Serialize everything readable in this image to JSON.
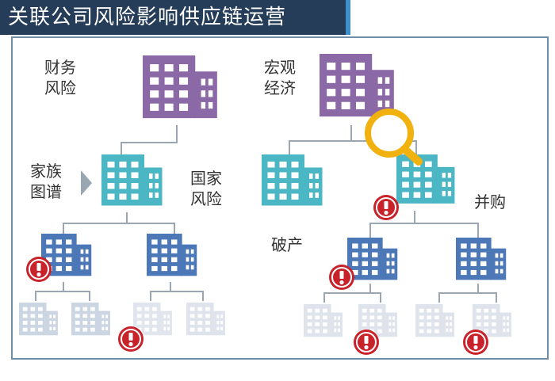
{
  "title": "关联公司风险影响供应链运营",
  "labels": {
    "financial_risk": [
      "财务",
      "风险"
    ],
    "macro_economy": [
      "宏观",
      "经济"
    ],
    "family_tree": [
      "家族",
      "图谱"
    ],
    "national_risk": [
      "国家",
      "风险"
    ],
    "bankruptcy": "破产",
    "merger": "并购"
  },
  "colors": {
    "title_bg": "#253d59",
    "purple": "#8b68a6",
    "teal": "#4bb6c4",
    "blue": "#4c78b8",
    "pale": "#ccd6e3",
    "alert": "#c8222a",
    "magnifier": "#f1b20f",
    "line": "#9aa7b3"
  }
}
